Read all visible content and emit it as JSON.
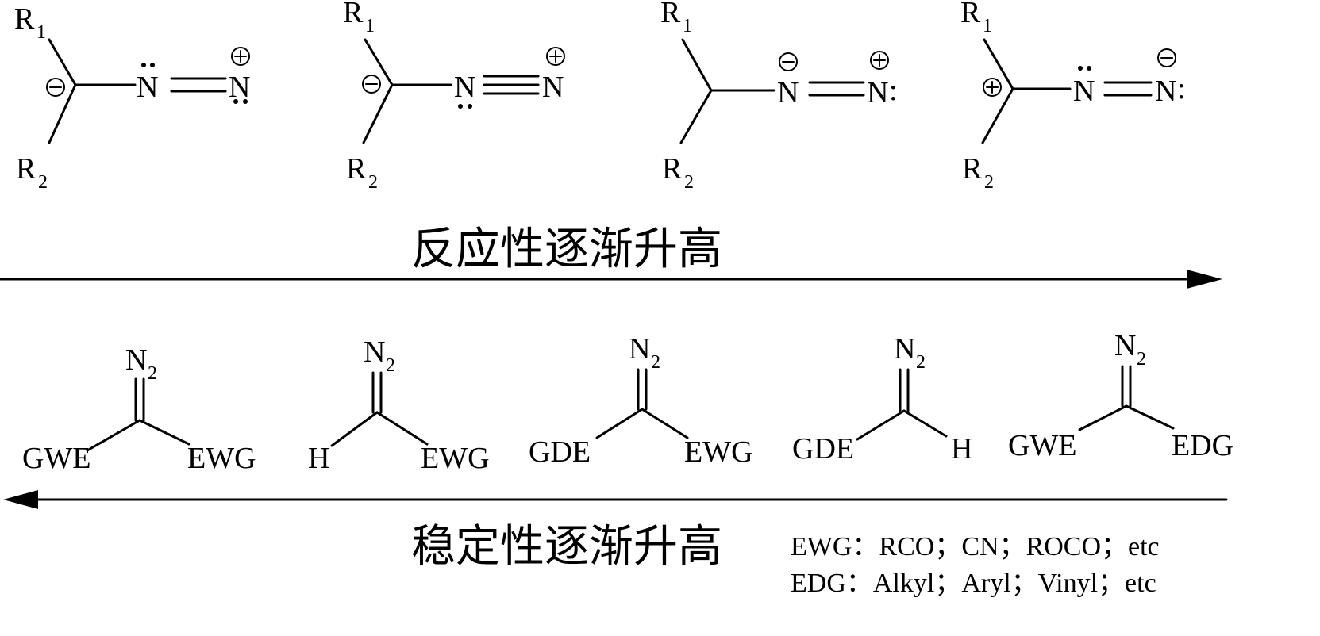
{
  "structures_top": [
    {
      "r1": "R",
      "r1_sub": "1",
      "r2": "R",
      "r2_sub": "2",
      "n1": "N",
      "n2": "N"
    },
    {
      "r1": "R",
      "r1_sub": "1",
      "r2": "R",
      "r2_sub": "2",
      "n1": "N",
      "n2": "N"
    },
    {
      "r1": "R",
      "r1_sub": "1",
      "r2": "R",
      "r2_sub": "2",
      "n1": "N",
      "n2": "N",
      "n2_suffix": ":"
    },
    {
      "r1": "R",
      "r1_sub": "1",
      "r2": "R",
      "r2_sub": "2",
      "n1": "N",
      "n2": "N",
      "n2_suffix": ":"
    }
  ],
  "arrow_top_label": "反应性逐渐升高",
  "structures_bottom": [
    {
      "top": "N",
      "top_sub": "2",
      "left": "GWE",
      "right": "EWG"
    },
    {
      "top": "N",
      "top_sub": "2",
      "left": "H",
      "right": "EWG"
    },
    {
      "top": "N",
      "top_sub": "2",
      "left": "GDE",
      "right": "EWG"
    },
    {
      "top": "N",
      "top_sub": "2",
      "left": "GDE",
      "right": "H"
    },
    {
      "top": "N",
      "top_sub": "2",
      "left": "GWE",
      "right": "EDG"
    }
  ],
  "arrow_bottom_label": "稳定性逐渐升高",
  "legend": {
    "ewg": "EWG：RCO；CN；ROCO；etc",
    "edg": "EDG：Alkyl；Aryl；Vinyl；etc"
  }
}
